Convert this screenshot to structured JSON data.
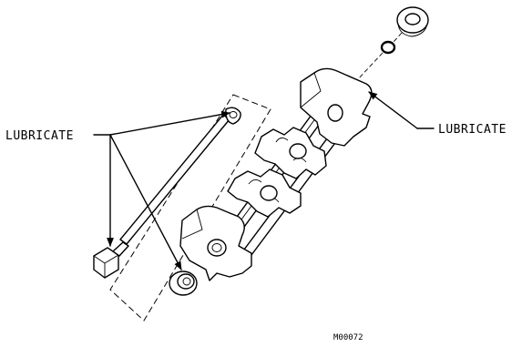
{
  "labels": {
    "lubricate_left": "LUBRICATE",
    "lubricate_right": "LUBRICATE"
  },
  "drawing_number": "M00072"
}
